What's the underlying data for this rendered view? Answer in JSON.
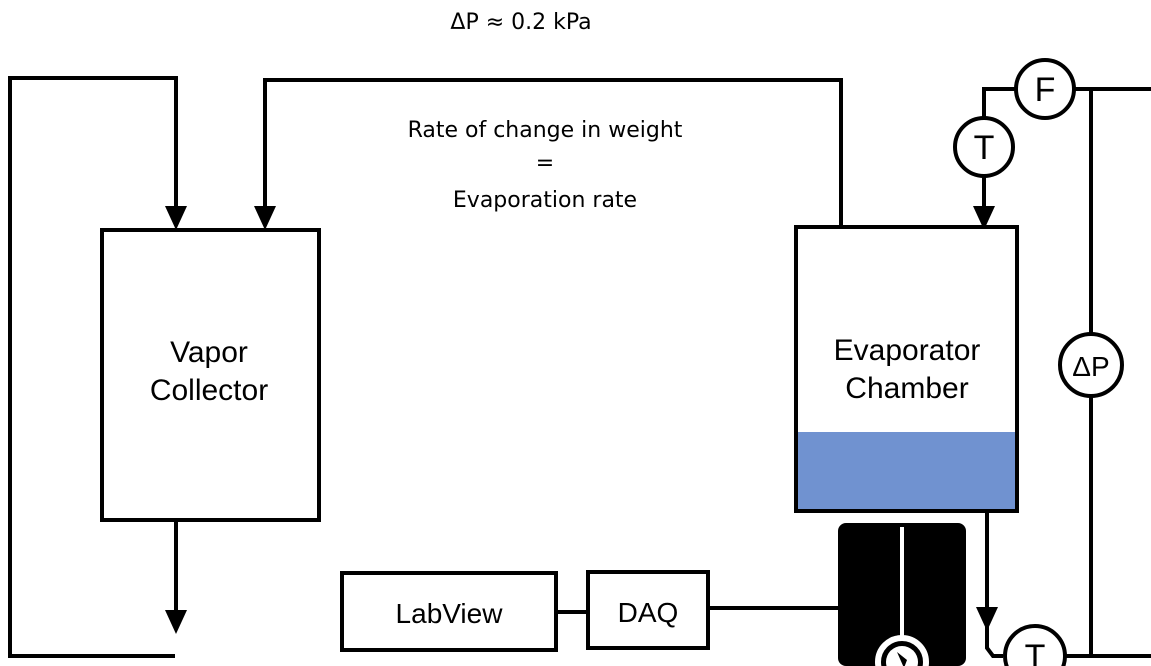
{
  "diagram": {
    "pressure_drop_label": "ΔP ≈ 0.2 kPa",
    "annotation": {
      "line1": "Rate of change in weight",
      "line2": "=",
      "line3": "Evaporation rate"
    },
    "vapor_collector": {
      "line1": "Vapor",
      "line2": "Collector"
    },
    "evaporator_chamber": {
      "line1": "Evaporator",
      "line2": "Chamber"
    },
    "labview": "LabView",
    "daq": "DAQ",
    "sensors": {
      "flow": "F",
      "temp_top": "T",
      "temp_bottom": "T",
      "diff_pressure": "ΔP"
    },
    "colors": {
      "liquid": "#7092d0",
      "scale_body": "#000000",
      "stroke": "#000000"
    }
  }
}
